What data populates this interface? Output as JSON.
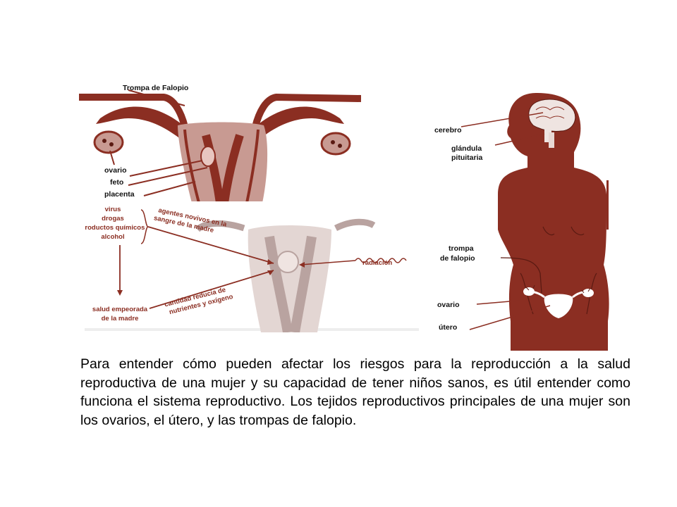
{
  "colors": {
    "tissue": "#8b2e22",
    "tissue_light": "#c89a92",
    "faded": "#b9a3a0",
    "label": "#111111",
    "arrow": "#8b2e22"
  },
  "top_left": {
    "title_label": "Trompa de Falopio",
    "labels": {
      "ovario": "ovario",
      "feto": "feto",
      "placenta": "placenta"
    }
  },
  "risks": {
    "left_list": [
      "virus",
      "drogas",
      "productos químicos",
      "alcohol"
    ],
    "agents_line1": "agentes novivos en la",
    "agents_line2": "sangre de la madre",
    "radiation": "radiación",
    "nutrients_line1": "cantidad reducia de",
    "nutrients_line2": "nutrientes y oxígeno",
    "health_line1": "salud empeorada",
    "health_line2": "de la madre"
  },
  "body": {
    "cerebro": "cerebro",
    "pituitaria_line1": "glándula",
    "pituitaria_line2": "pituitaria",
    "trompa_line1": "trompa",
    "trompa_line2": "de falopio",
    "ovario": "ovario",
    "utero": "útero"
  },
  "paragraph": "Para entender cómo pueden afectar los riesgos para la reproducción a la salud reproductiva de una mujer y su capacidad de tener niños sanos, es útil entender como funciona el sistema reproductivo. Los tejidos reproductivos principales de una mujer son los ovarios, el útero, y las trompas de falopio."
}
